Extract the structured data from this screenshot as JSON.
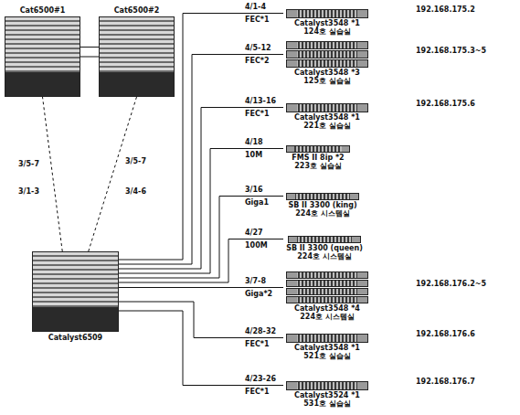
{
  "diagram": {
    "nodes": [
      {
        "text": [
          "Cat6500#1"
        ]
      },
      {
        "text": [
          "Cat6500#2"
        ]
      },
      {
        "text": [
          "Catalyst6509"
        ]
      },
      {
        "text": [
          "Catalyst3548 *1",
          "124호 실습실"
        ]
      },
      {
        "text": [
          "Catalyst3548 *3",
          "125호 실습실"
        ]
      },
      {
        "text": [
          "Catalyst3548 *1",
          "221호 실습실"
        ]
      },
      {
        "text": [
          "FMS II 8ip *2",
          "223호 실습실"
        ]
      },
      {
        "text": [
          "SB II 3300 (king)",
          "224호 시스템실"
        ]
      },
      {
        "text": [
          "SB II 3300 (queen)",
          "224호 시스템실"
        ]
      },
      {
        "text": [
          "Catalyst3548 *4",
          "224호 시스템실"
        ]
      },
      {
        "text": [
          "Catalyst3548 *1",
          "521호 실습실"
        ]
      },
      {
        "text": [
          "Catalyst3524 *1",
          "531호 실습실"
        ]
      }
    ],
    "edges": [
      {
        "from": 0,
        "to": 1,
        "arrow": "none"
      },
      {
        "from": 0,
        "to": 1,
        "arrow": "none"
      },
      {
        "from": 2,
        "to": 0,
        "arrow": "none"
      },
      {
        "from": 2,
        "to": 1,
        "arrow": "none"
      },
      {
        "from": 2,
        "to": 3,
        "arrow": "none"
      },
      {
        "from": 2,
        "to": 4,
        "arrow": "none"
      },
      {
        "from": 2,
        "to": 5,
        "arrow": "none"
      },
      {
        "from": 2,
        "to": 6,
        "arrow": "none"
      },
      {
        "from": 2,
        "to": 7,
        "arrow": "none"
      },
      {
        "from": 2,
        "to": 8,
        "arrow": "none"
      },
      {
        "from": 2,
        "to": 9,
        "arrow": "none"
      },
      {
        "from": 2,
        "to": 10,
        "arrow": "none"
      },
      {
        "from": 2,
        "to": 11,
        "arrow": "none"
      }
    ],
    "labels": [
      "3/5-7",
      "3/1-3",
      "3/5-7",
      "3/4-6",
      "4/1-4",
      "FEC*1",
      "192.168.175.2",
      "4/5-12",
      "FEC*2",
      "192.168.175.3~5",
      "4/13-16",
      "FEC*1",
      "192.168.175.6",
      "4/18",
      "10M",
      "3/16",
      "Giga1",
      "4/27",
      "100M",
      "3/7-8",
      "Giga*2",
      "192.168.176.2~5",
      "4/28-32",
      "FEC*1",
      "192.168.176.6",
      "4/23-26",
      "FEC*1",
      "192.168.176.7"
    ]
  }
}
